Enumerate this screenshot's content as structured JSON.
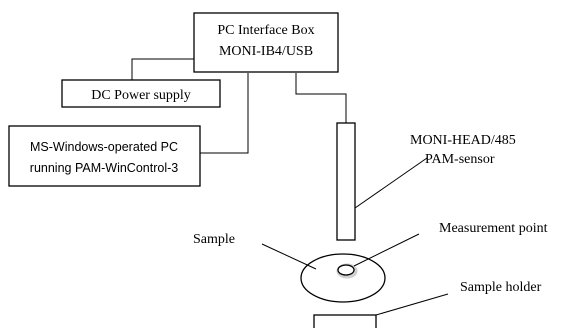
{
  "diagram": {
    "interface_box": {
      "line1": "PC Interface Box",
      "line2": "MONI-IB4/USB"
    },
    "power_supply": {
      "label": "DC Power supply"
    },
    "pc": {
      "line1": "MS-Windows-operated PC",
      "line2": "running PAM-WinControl-3"
    },
    "sensor": {
      "line1": "MONI-HEAD/485",
      "line2": "PAM-sensor"
    },
    "sample": {
      "label": "Sample"
    },
    "measurement_point": {
      "label": "Measurement point"
    },
    "sample_holder": {
      "label": "Sample holder"
    }
  }
}
